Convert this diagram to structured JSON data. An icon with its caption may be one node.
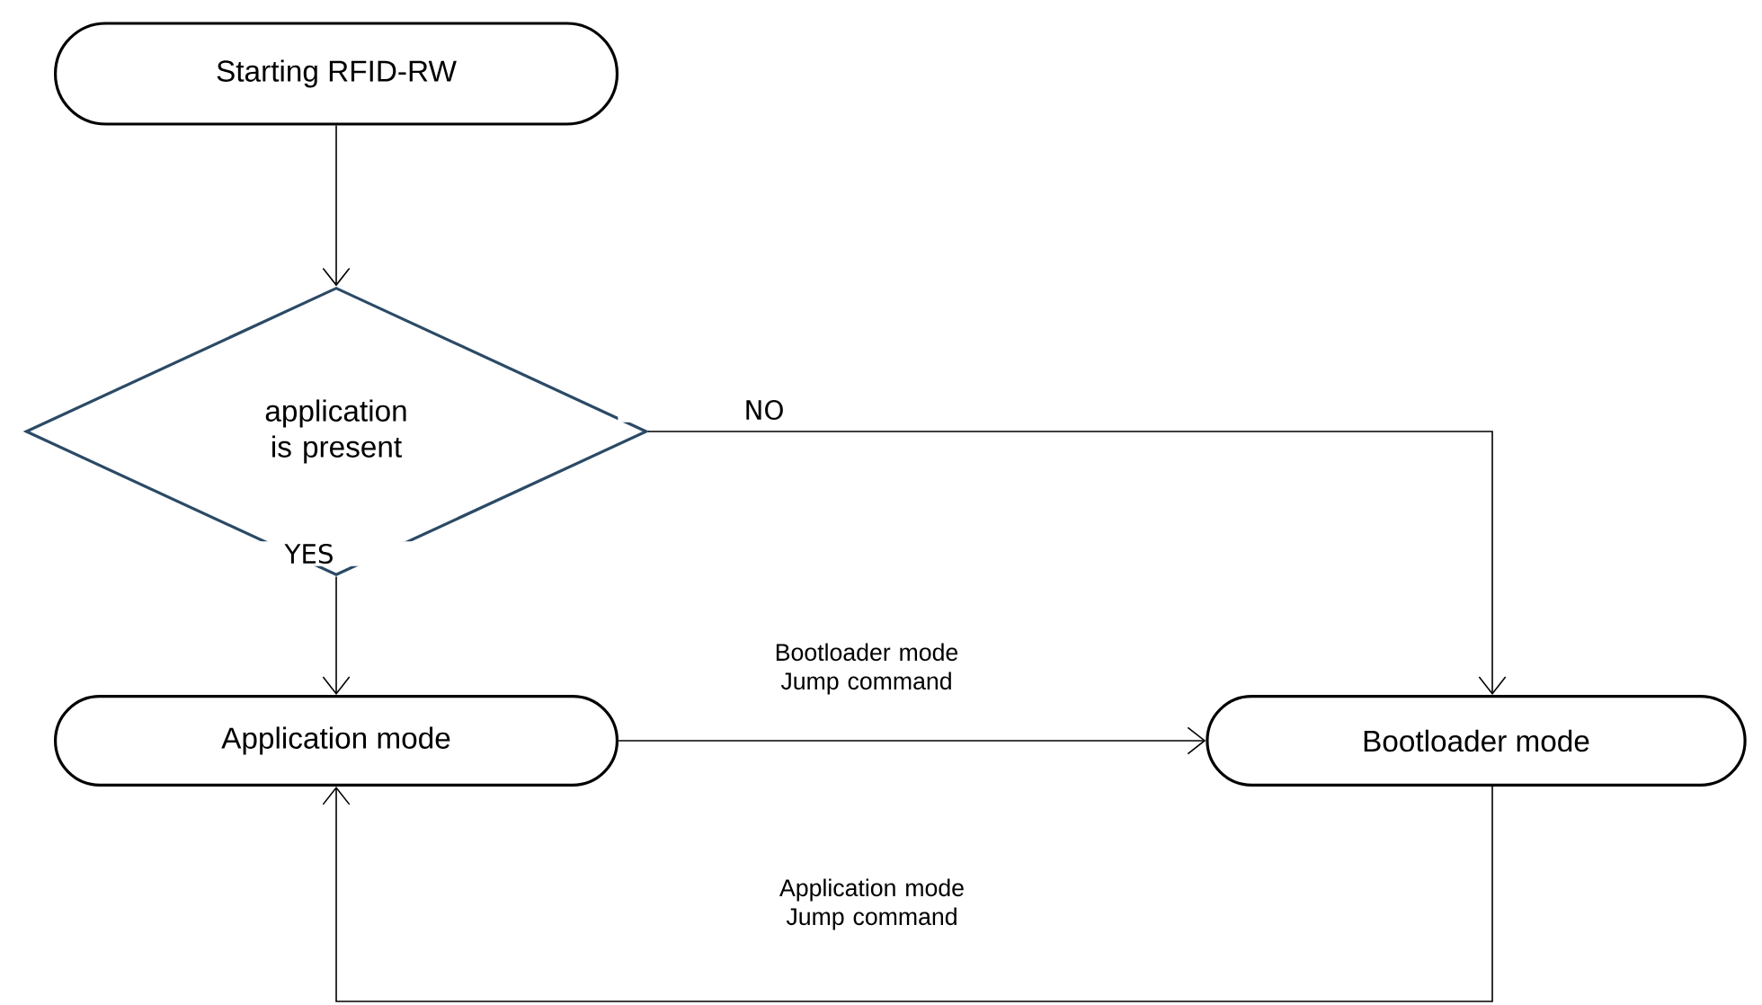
{
  "diagram": {
    "nodes": [
      {
        "text": [
          "Starting RFID-RW"
        ]
      },
      {
        "text": [
          "application is present"
        ]
      },
      {
        "text": [
          "Application mode"
        ]
      },
      {
        "text": [
          "Bootloader mode"
        ]
      }
    ],
    "edges": [
      {
        "from": 0,
        "to": 1,
        "arrow": "to"
      },
      {
        "from": 1,
        "to": 2,
        "arrow": "to",
        "label": "YES"
      },
      {
        "from": 1,
        "to": 3,
        "arrow": "to",
        "label": "NO"
      },
      {
        "from": 2,
        "to": 3,
        "arrow": "to",
        "label": "Bootloader mode Jump command"
      },
      {
        "from": 3,
        "to": 2,
        "arrow": "to",
        "label": "Application mode Jump command"
      }
    ]
  }
}
